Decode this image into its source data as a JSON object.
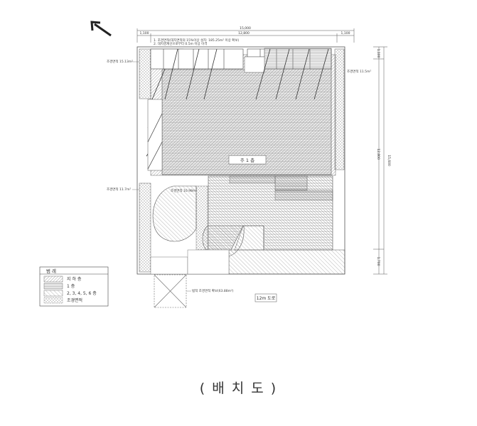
{
  "caption": "( 배 치 도 )",
  "dimensions": {
    "top_total": "15,000",
    "top_left": "1,100",
    "top_mid": "12,800",
    "top_right": "1,100",
    "right_total": "15,600",
    "right_upper": "1,100",
    "right_mid": "12,800",
    "right_lower": "1,700"
  },
  "labels": {
    "main_building": "주 1 층",
    "road": "12m 도로",
    "top_note_1": "1. 조경면적(대지면적의 15%이상 설치: 185.25m² 이상 확보)",
    "top_note_2": "2. 대지경계선으로부터 0.5m 이상 이격",
    "left_top_note": "조경면적 15.13m²",
    "right_top_note": "조경면적 11.5m²",
    "left_mid_note": "조경면적 11.7m²",
    "inner_note": "조경면적 10.98m²",
    "bottom_note": "법적 조경면적 확보(63.88m²)"
  },
  "legend": {
    "title": "범 례",
    "items": [
      {
        "label": "지 하 층",
        "pattern": "diag-dense"
      },
      {
        "label": "1 층",
        "pattern": "horizontal"
      },
      {
        "label": "2, 3, 4, 5, 6 층",
        "pattern": "diag-wide"
      },
      {
        "label": "조경면적",
        "pattern": "dots"
      }
    ]
  },
  "colors": {
    "line": "#555555",
    "hatch": "#8a8a8a",
    "dots": "#7a7a7a"
  }
}
